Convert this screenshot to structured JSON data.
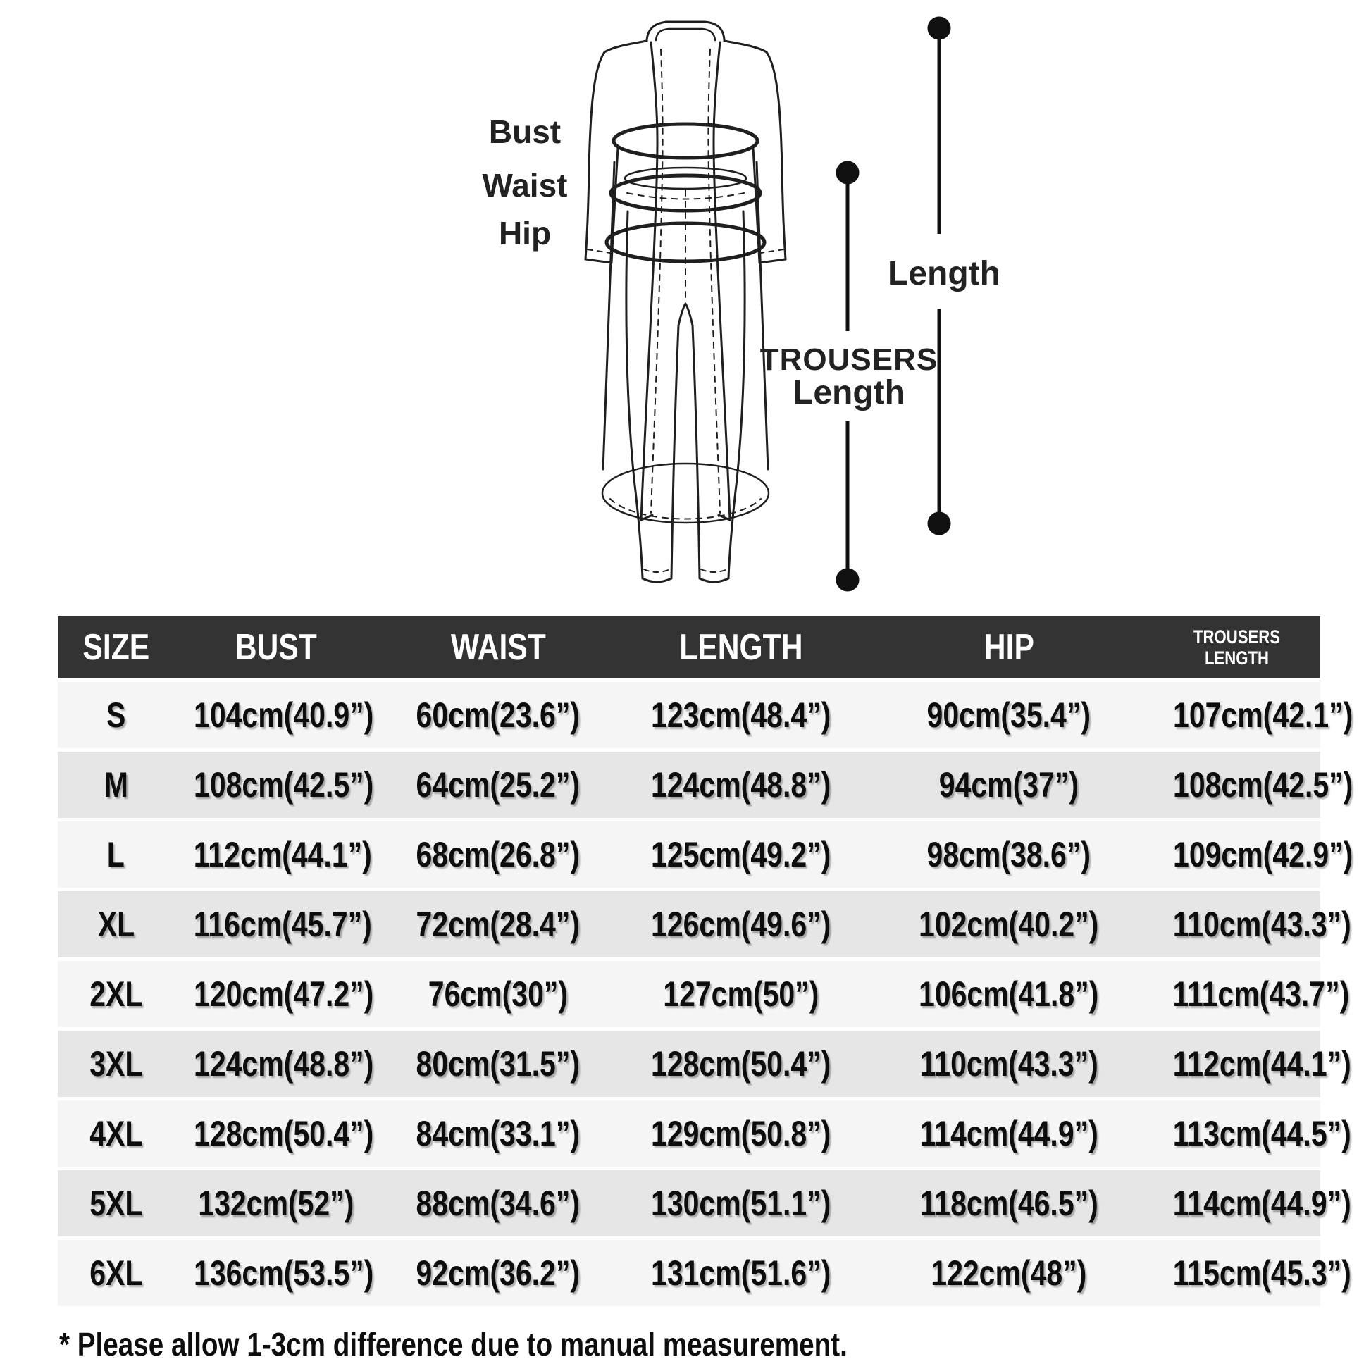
{
  "diagram": {
    "labels": {
      "bust": "Bust",
      "waist": "Waist",
      "hip": "Hip",
      "length": "Length",
      "trousers_line1": "TROUSERS",
      "trousers_line2": "Length"
    }
  },
  "table": {
    "headers": [
      "SIZE",
      "BUST",
      "WAIST",
      "LENGTH",
      "HIP"
    ],
    "header_trousers": [
      "TROUSERS",
      "LENGTH"
    ],
    "rows": [
      [
        "S",
        "104cm(40.9”)",
        "60cm(23.6”)",
        "123cm(48.4”)",
        "90cm(35.4”)",
        "107cm(42.1”)"
      ],
      [
        "M",
        "108cm(42.5”)",
        "64cm(25.2”)",
        "124cm(48.8”)",
        "94cm(37”)",
        "108cm(42.5”)"
      ],
      [
        "L",
        "112cm(44.1”)",
        "68cm(26.8”)",
        "125cm(49.2”)",
        "98cm(38.6”)",
        "109cm(42.9”)"
      ],
      [
        "XL",
        "116cm(45.7”)",
        "72cm(28.4”)",
        "126cm(49.6”)",
        "102cm(40.2”)",
        "110cm(43.3”)"
      ],
      [
        "2XL",
        "120cm(47.2”)",
        "76cm(30”)",
        "127cm(50”)",
        "106cm(41.8”)",
        "111cm(43.7”)"
      ],
      [
        "3XL",
        "124cm(48.8”)",
        "80cm(31.5”)",
        "128cm(50.4”)",
        "110cm(43.3”)",
        "112cm(44.1”)"
      ],
      [
        "4XL",
        "128cm(50.4”)",
        "84cm(33.1”)",
        "129cm(50.8”)",
        "114cm(44.9”)",
        "113cm(44.5”)"
      ],
      [
        "5XL",
        "132cm(52”)",
        "88cm(34.6”)",
        "130cm(51.1”)",
        "118cm(46.5”)",
        "114cm(44.9”)"
      ],
      [
        "6XL",
        "136cm(53.5”)",
        "92cm(36.2”)",
        "131cm(51.6”)",
        "122cm(48”)",
        "115cm(45.3”)"
      ]
    ]
  },
  "footer": {
    "note": "* Please allow 1-3cm difference due to manual measurement."
  },
  "colors": {
    "header_bg": "#333333",
    "row_light": "#f5f5f5",
    "row_alt": "#e6e6e6",
    "ink": "#111111",
    "line_art": "#1f1f1f"
  }
}
